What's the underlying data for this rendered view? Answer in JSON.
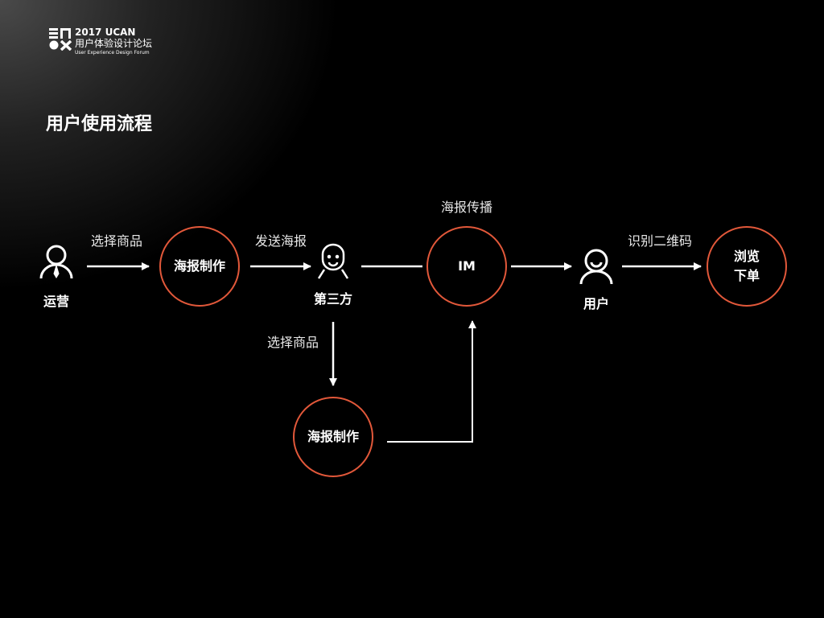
{
  "logo": {
    "line1": "2017 UCAN",
    "line2": "用户体验设计论坛",
    "line3": "User Experience Design Forum"
  },
  "title": "用户使用流程",
  "colors": {
    "accent": "#e2583a",
    "line": "#ffffff",
    "background": "#000000"
  },
  "actors": {
    "operator": "运营",
    "third_party": "第三方",
    "user": "用户"
  },
  "nodes": {
    "poster_make_1": "海报制作",
    "im": "IM",
    "browse_line1": "浏览",
    "browse_line2": "下单",
    "poster_make_2": "海报制作"
  },
  "edges": {
    "select_goods_1": "选择商品",
    "send_poster": "发送海报",
    "poster_spread": "海报传播",
    "scan_qr": "识别二维码",
    "select_goods_2": "选择商品"
  }
}
